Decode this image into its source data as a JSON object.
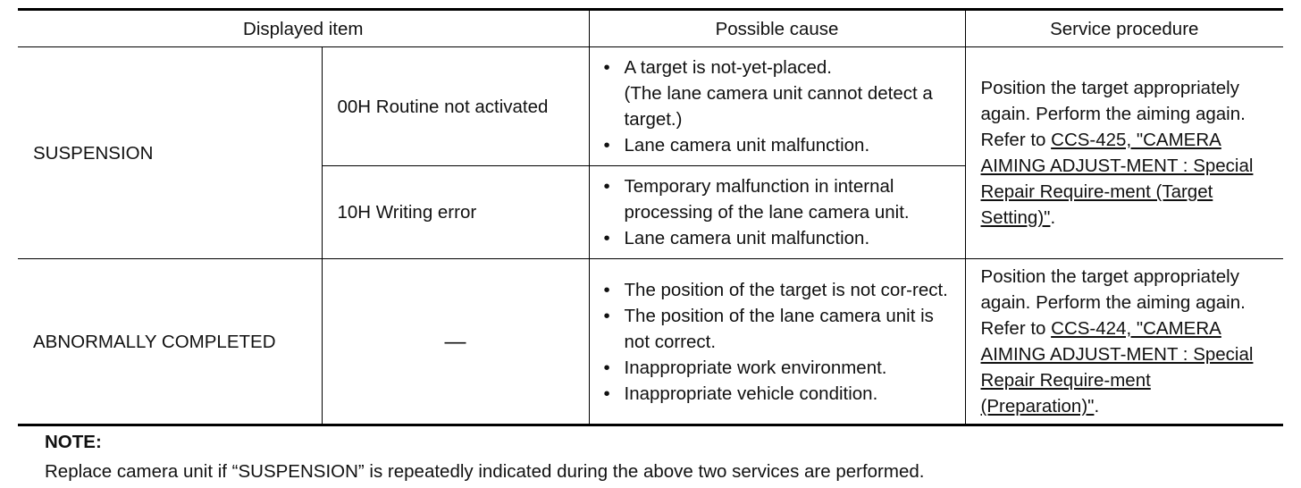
{
  "headers": {
    "displayed_item": "Displayed item",
    "possible_cause": "Possible cause",
    "service_procedure": "Service procedure"
  },
  "suspension": {
    "label": "SUSPENSION",
    "rows": [
      {
        "item": "00H Routine not activated",
        "causes": [
          "A target is not-yet-placed.\n(The lane camera unit cannot detect a target.)",
          "Lane camera unit malfunction."
        ]
      },
      {
        "item": "10H Writing error",
        "causes": [
          "Temporary malfunction in internal processing of the lane camera unit.",
          "Lane camera unit malfunction."
        ]
      }
    ],
    "service": {
      "text": "Position the target appropriately again. Perform the aiming again. Refer to ",
      "link": "CCS-425, \"CAMERA AIMING ADJUST-MENT : Special Repair Require-ment (Target Setting)\"",
      "suffix": "."
    }
  },
  "abnormal": {
    "label": "ABNORMALLY COMPLETED",
    "item": "—",
    "causes": [
      "The position of the target is not cor-rect.",
      "The position of the lane camera unit is not correct.",
      "Inappropriate work environment.",
      "Inappropriate vehicle condition."
    ],
    "service": {
      "text": "Position the target appropriately again. Perform the aiming again. Refer to ",
      "link": "CCS-424, \"CAMERA AIMING ADJUST-MENT : Special Repair Require-ment (Preparation)\"",
      "suffix": "."
    }
  },
  "note": {
    "title": "NOTE:",
    "text": "Replace camera unit if “SUSPENSION” is repeatedly indicated during the above two services are performed."
  }
}
